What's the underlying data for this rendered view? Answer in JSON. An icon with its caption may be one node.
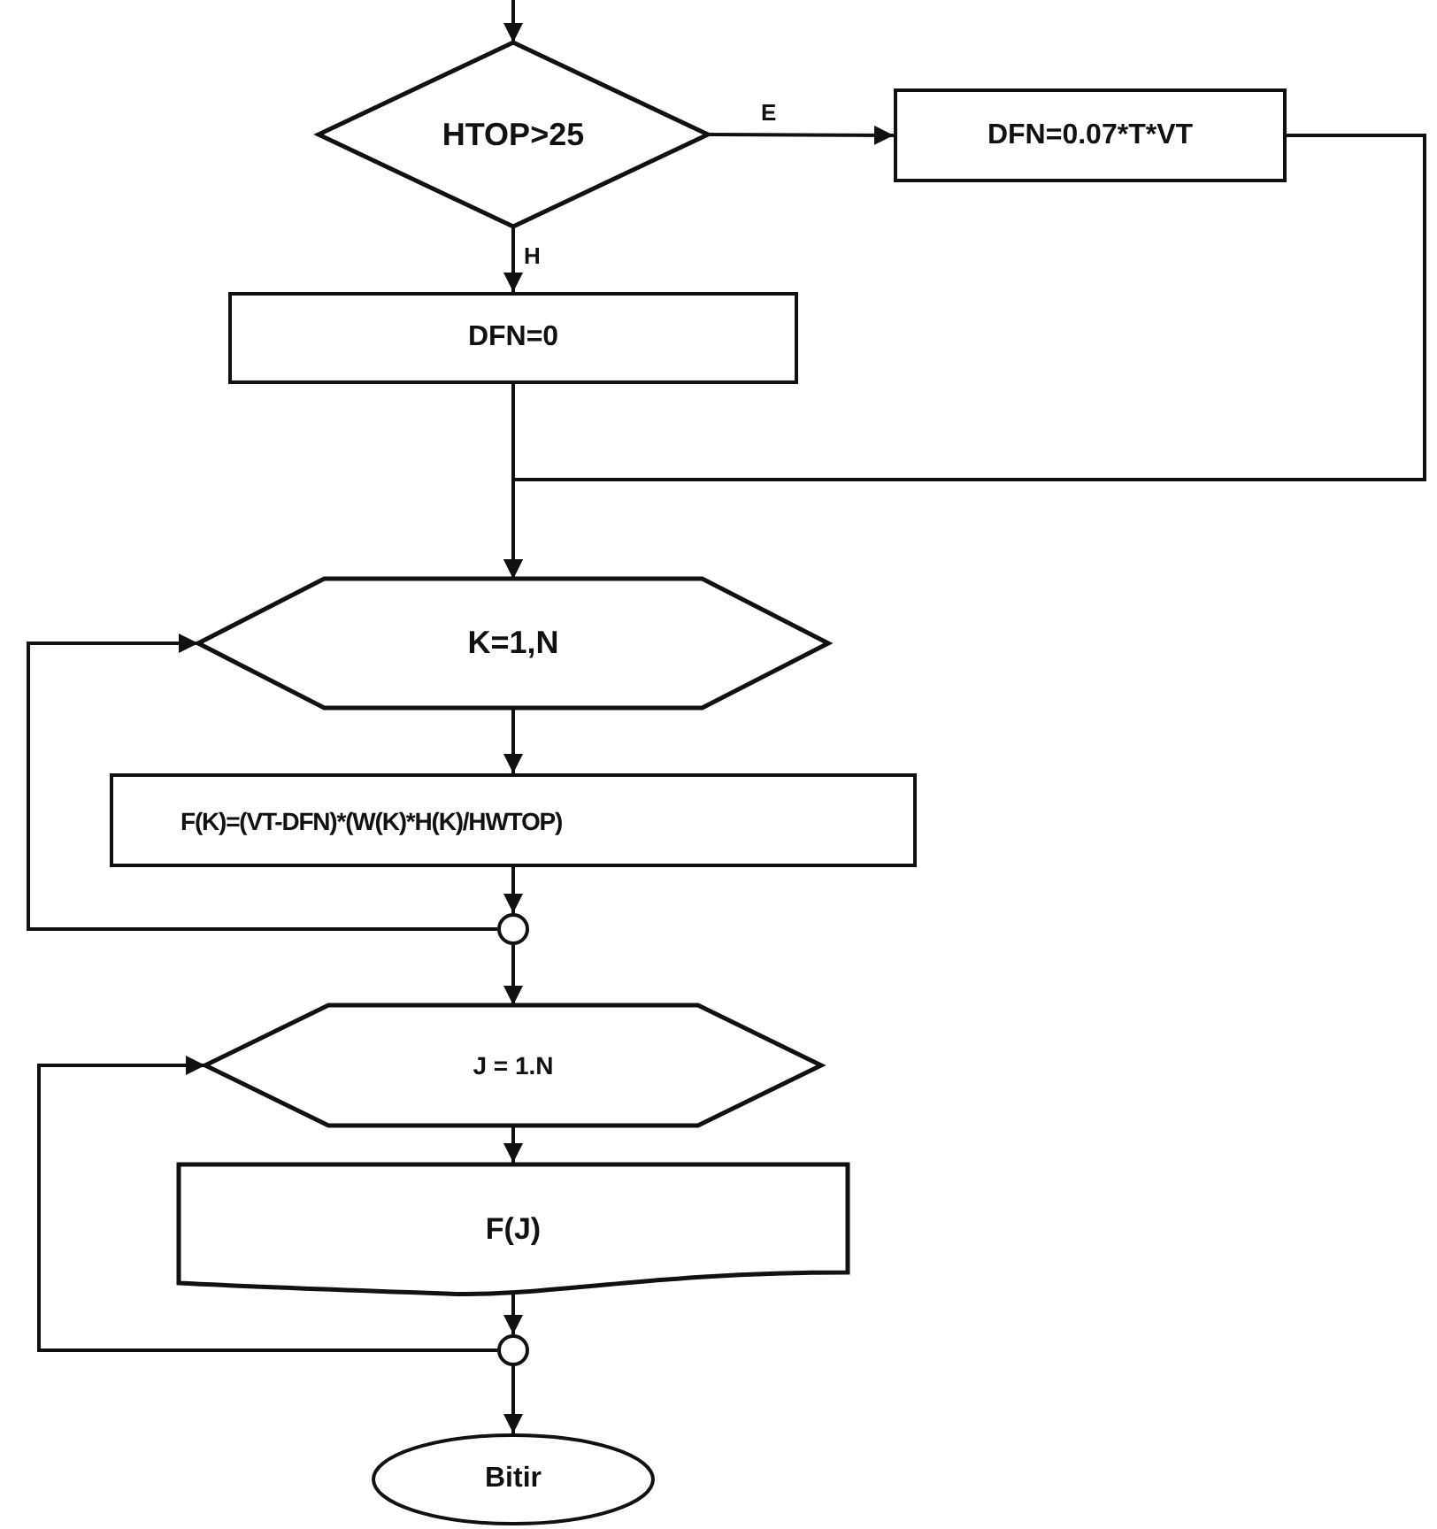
{
  "diagram": {
    "nodes": [
      {
        "text": [
          "HTOP>25"
        ]
      },
      {
        "text": [
          "DFN=0.07*T*VT"
        ]
      },
      {
        "text": [
          "DFN=0"
        ]
      },
      {
        "text": [
          "K=1,N"
        ]
      },
      {
        "text": [
          "F(K)=(VT-DFN)*(W(K)*H(K)/HWTOP)"
        ]
      },
      {
        "text": [],
        "shape": "circle"
      },
      {
        "text": [
          "J = 1.N"
        ]
      },
      {
        "text": [
          "F(J)"
        ]
      },
      {
        "text": [],
        "shape": "circle"
      },
      {
        "text": [
          "Bitir"
        ]
      }
    ],
    "edges": [
      {
        "from": null,
        "to": 0,
        "arrow": "to"
      },
      {
        "from": 0,
        "to": 1,
        "arrow": "to",
        "label": "E"
      },
      {
        "from": 0,
        "to": 2,
        "arrow": "to",
        "label": "H"
      },
      {
        "from": 1,
        "to": 3,
        "arrow": "to"
      },
      {
        "from": 2,
        "to": 3,
        "arrow": "to"
      },
      {
        "from": 3,
        "to": 4,
        "arrow": "to"
      },
      {
        "from": 4,
        "to": 5,
        "arrow": "to"
      },
      {
        "from": 5,
        "to": 3,
        "arrow": "to"
      },
      {
        "from": 5,
        "to": 6,
        "arrow": "to"
      },
      {
        "from": 6,
        "to": 7,
        "arrow": "to"
      },
      {
        "from": 7,
        "to": 8,
        "arrow": "to"
      },
      {
        "from": 8,
        "to": 6,
        "arrow": "to"
      },
      {
        "from": 8,
        "to": 9,
        "arrow": "to"
      }
    ]
  }
}
